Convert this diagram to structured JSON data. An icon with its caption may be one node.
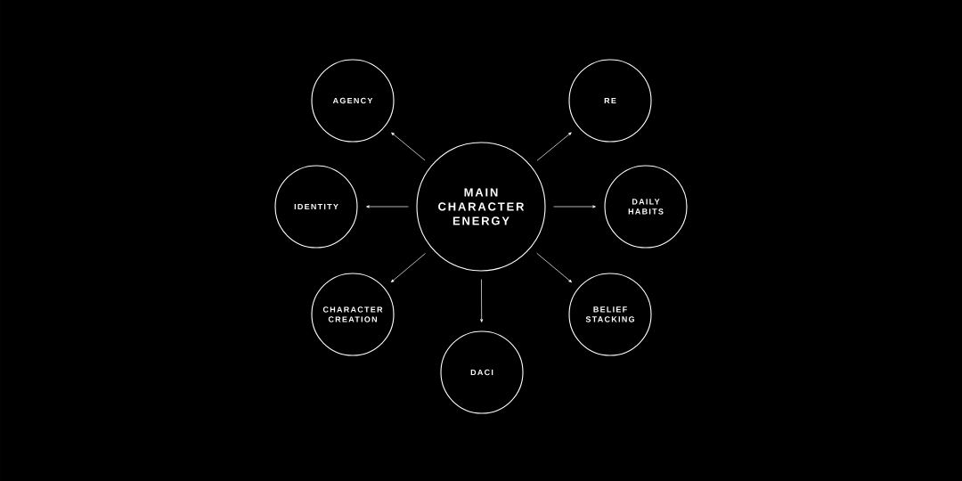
{
  "diagram": {
    "nodes": [
      {
        "text": [
          "MAIN CHARACTER ENERGY"
        ]
      },
      {
        "text": [
          "AGENCY"
        ]
      },
      {
        "text": [
          "RE"
        ]
      },
      {
        "text": [
          "IDENTITY"
        ]
      },
      {
        "text": [
          "DAILY HABITS"
        ]
      },
      {
        "text": [
          "CHARACTER CREATION"
        ]
      },
      {
        "text": [
          "BELIEF STACKING"
        ]
      },
      {
        "text": [
          "DACI"
        ]
      }
    ],
    "edges": [
      {
        "from": 0,
        "to": 1,
        "arrow": "to"
      },
      {
        "from": 0,
        "to": 2,
        "arrow": "to"
      },
      {
        "from": 0,
        "to": 3,
        "arrow": "to"
      },
      {
        "from": 0,
        "to": 4,
        "arrow": "to"
      },
      {
        "from": 0,
        "to": 5,
        "arrow": "to"
      },
      {
        "from": 0,
        "to": 6,
        "arrow": "to"
      },
      {
        "from": 0,
        "to": 7,
        "arrow": "to"
      }
    ]
  }
}
